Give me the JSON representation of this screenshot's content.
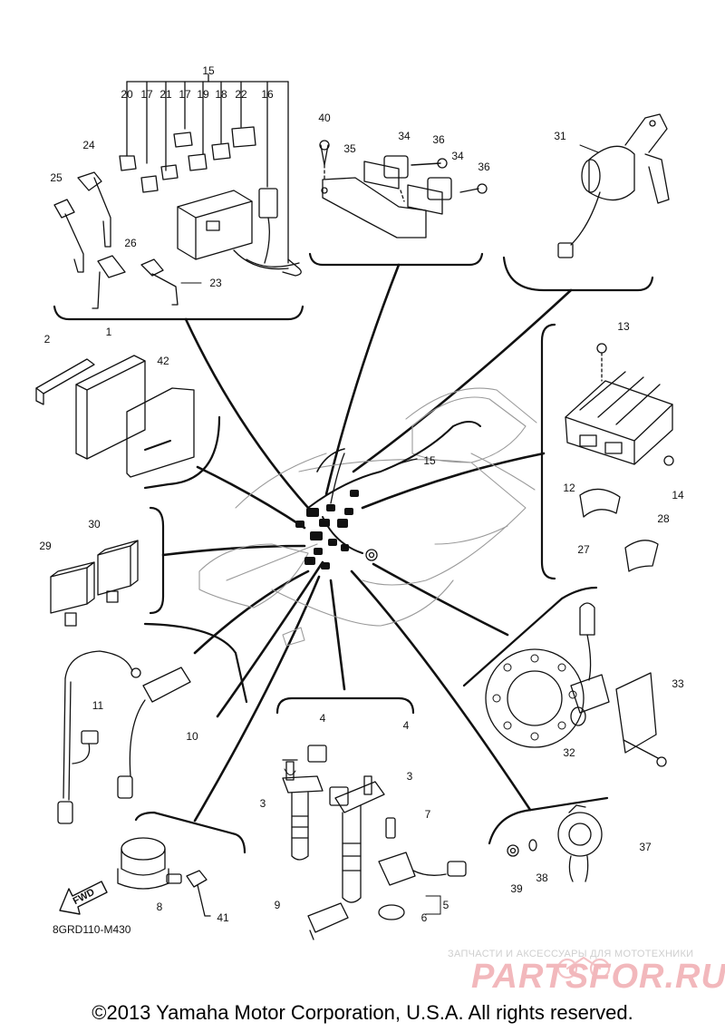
{
  "diagram": {
    "callouts": [
      {
        "id": "c15-top",
        "text": "15"
      },
      {
        "id": "c20",
        "text": "20"
      },
      {
        "id": "c17a",
        "text": "17"
      },
      {
        "id": "c21",
        "text": "21"
      },
      {
        "id": "c17b",
        "text": "17"
      },
      {
        "id": "c19",
        "text": "19"
      },
      {
        "id": "c18",
        "text": "18"
      },
      {
        "id": "c22",
        "text": "22"
      },
      {
        "id": "c16",
        "text": "16"
      },
      {
        "id": "c24",
        "text": "24"
      },
      {
        "id": "c25",
        "text": "25"
      },
      {
        "id": "c26",
        "text": "26"
      },
      {
        "id": "c23",
        "text": "23"
      },
      {
        "id": "c40",
        "text": "40"
      },
      {
        "id": "c35",
        "text": "35"
      },
      {
        "id": "c34a",
        "text": "34"
      },
      {
        "id": "c36a",
        "text": "36"
      },
      {
        "id": "c34b",
        "text": "34"
      },
      {
        "id": "c36b",
        "text": "36"
      },
      {
        "id": "c31",
        "text": "31"
      },
      {
        "id": "c2",
        "text": "2"
      },
      {
        "id": "c1",
        "text": "1"
      },
      {
        "id": "c42",
        "text": "42"
      },
      {
        "id": "c13",
        "text": "13"
      },
      {
        "id": "c12",
        "text": "12"
      },
      {
        "id": "c14",
        "text": "14"
      },
      {
        "id": "c15-mid",
        "text": "15"
      },
      {
        "id": "c27",
        "text": "27"
      },
      {
        "id": "c28",
        "text": "28"
      },
      {
        "id": "c29",
        "text": "29"
      },
      {
        "id": "c30",
        "text": "30"
      },
      {
        "id": "c11",
        "text": "11"
      },
      {
        "id": "c10",
        "text": "10"
      },
      {
        "id": "c4a",
        "text": "4"
      },
      {
        "id": "c4b",
        "text": "4"
      },
      {
        "id": "c3a",
        "text": "3"
      },
      {
        "id": "c3b",
        "text": "3"
      },
      {
        "id": "c7",
        "text": "7"
      },
      {
        "id": "c5",
        "text": "5"
      },
      {
        "id": "c6",
        "text": "6"
      },
      {
        "id": "c9",
        "text": "9"
      },
      {
        "id": "c33",
        "text": "33"
      },
      {
        "id": "c32",
        "text": "32"
      },
      {
        "id": "c37",
        "text": "37"
      },
      {
        "id": "c38",
        "text": "38"
      },
      {
        "id": "c39",
        "text": "39"
      },
      {
        "id": "c8",
        "text": "8"
      },
      {
        "id": "c41",
        "text": "41"
      }
    ],
    "fwd_label": "FWD",
    "drawing_code": "8GRD110-M430"
  },
  "watermark": {
    "caption": "ЗАПЧАСТИ И АКСЕССУАРЫ ДЛЯ МОТОТЕХНИКИ",
    "logo": "PARTSFOR.RU"
  },
  "footer": {
    "copyright": "©2013 Yamaha Motor Corporation, U.S.A. All rights reserved."
  },
  "colors": {
    "line": "#111111",
    "watermark_logo": "#f2b8bc",
    "watermark_caption": "#cfcfcf"
  }
}
